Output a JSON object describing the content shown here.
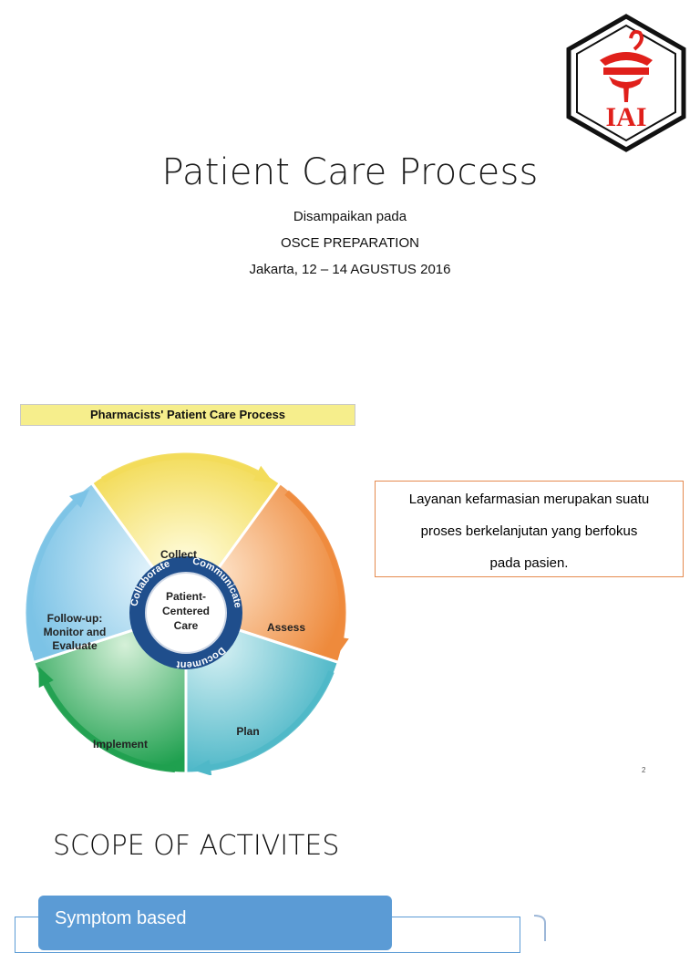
{
  "slide1": {
    "title": "Patient Care Process",
    "subtitle_lines": [
      "Disampaikan pada",
      "OSCE PREPARATION",
      "Jakarta, 12 – 14 AGUSTUS 2016"
    ],
    "logo_text": "IAI",
    "logo_color": "#e0201b"
  },
  "slide2": {
    "banner": "Pharmacists' Patient Care Process",
    "wheel": {
      "segments": [
        {
          "label": "Collect",
          "color": "#f3dc5a"
        },
        {
          "label": "Assess",
          "color": "#ee8a3c"
        },
        {
          "label": "Plan",
          "color": "#4fb8c8"
        },
        {
          "label": "Implement",
          "color": "#1fa04f"
        },
        {
          "label": "Follow-up:\nMonitor and\nEvaluate",
          "color": "#7cc3e6"
        }
      ],
      "center_lines": [
        "Patient-",
        "Centered",
        "Care"
      ],
      "ring_words": [
        "Collaborate",
        "Communicate",
        "Document"
      ],
      "ring_color": "#1f4e8c"
    },
    "callout_lines": [
      "Layanan kefarmasian merupakan suatu",
      "proses berkelanjutan yang berfokus",
      "pada pasien."
    ],
    "page_number": "2"
  },
  "slide3": {
    "title": "SCOPE OF ACTIVITES",
    "box_label": "Symptom based",
    "box_color": "#5b9bd5"
  }
}
